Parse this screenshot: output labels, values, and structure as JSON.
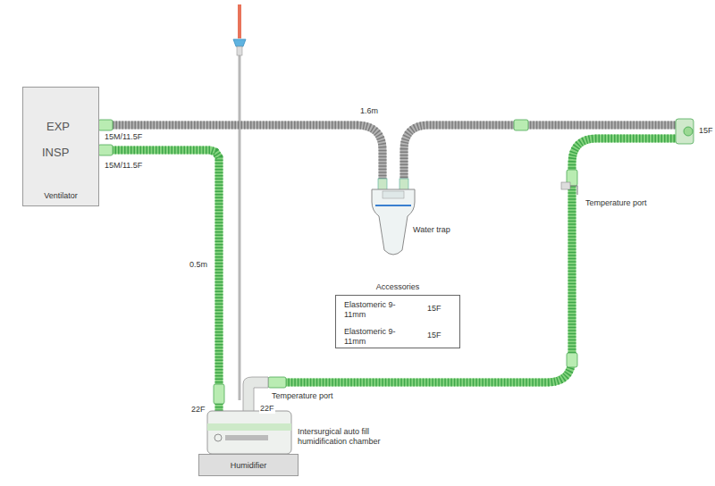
{
  "diagram": {
    "nodes": [
      {
        "text": [
          "Ventilator"
        ]
      },
      {
        "text": [
          "Accessories"
        ]
      },
      {
        "text": [
          "Humidifier"
        ]
      }
    ],
    "edges": [
      {
        "from": 0,
        "to": 2,
        "arrow": "none"
      }
    ],
    "labels": [
      "EXP",
      "INSP",
      "15M/11.5F",
      "15M/11.5F",
      "1.6m",
      "15F",
      "Temperature port",
      "Water trap",
      "0.5m",
      "Elastomeric 9-11mm",
      "15F",
      "Elastomeric 9-11mm",
      "15F",
      "22F",
      "Temperature port",
      "22F",
      "Intersurgical auto fill humidification chamber"
    ]
  }
}
